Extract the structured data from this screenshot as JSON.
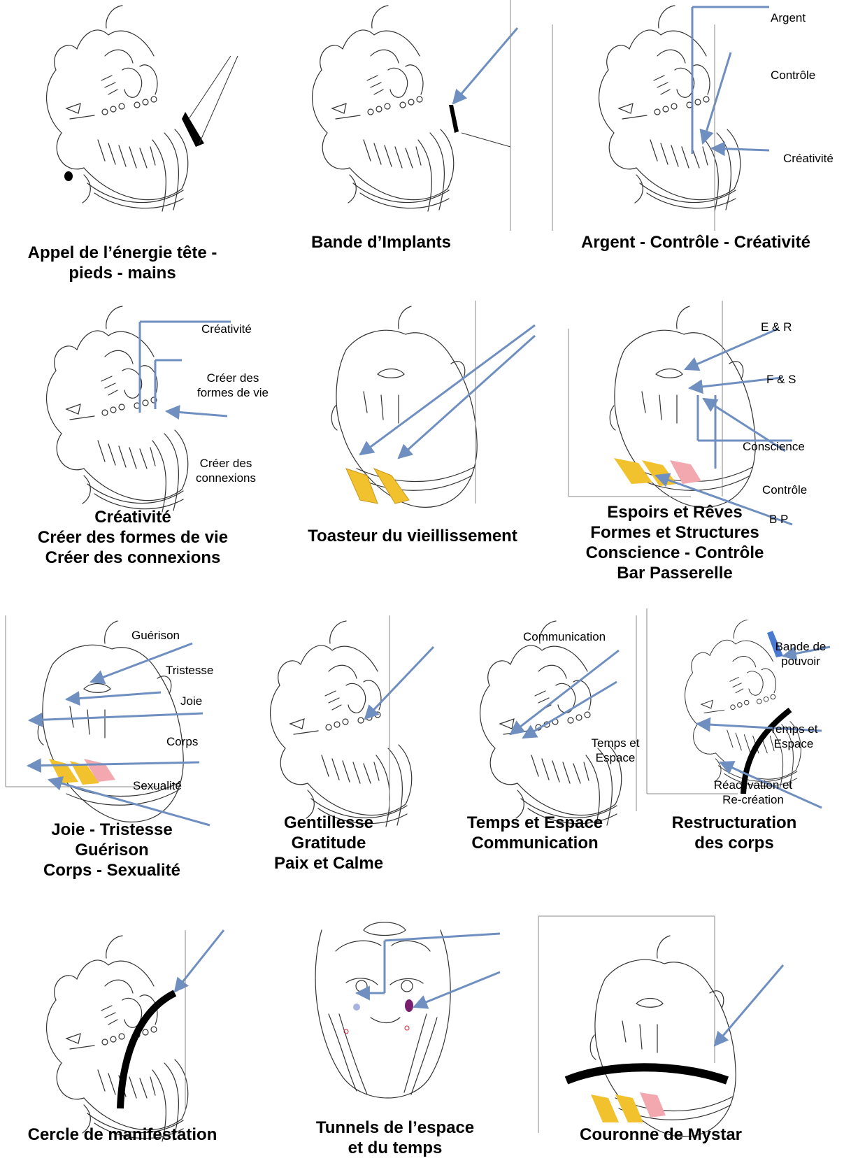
{
  "panels": [
    {
      "caption": [
        "Appel de l’énergie tête -",
        "pieds - mains"
      ],
      "labels": []
    },
    {
      "caption": [
        "Bande d’Implants"
      ],
      "labels": []
    },
    {
      "caption": [
        "Argent - Contrôle - Créativité"
      ],
      "labels": [
        "Argent",
        "Contrôle",
        "Créativité"
      ]
    },
    {
      "caption": [
        "Créativité",
        "Créer des formes de vie",
        "Créer des connexions"
      ],
      "labels": [
        "Créativité",
        "Créer des formes de vie",
        "Créer des connexions"
      ]
    },
    {
      "caption": [
        "Toasteur du vieillissement"
      ],
      "labels": []
    },
    {
      "caption": [
        "Espoirs et Rêves",
        "Formes et Structures",
        "Conscience - Contrôle",
        "Bar Passerelle"
      ],
      "labels": [
        "E & R",
        "F & S",
        "Conscience",
        "Contrôle",
        "B P"
      ]
    },
    {
      "caption": [
        "Joie - Tristesse",
        "Guérison",
        "Corps - Sexualité"
      ],
      "labels": [
        "Guérison",
        "Tristesse",
        "Joie",
        "Corps",
        "Sexualité"
      ]
    },
    {
      "caption": [
        "Gentillesse",
        "Gratitude",
        "Paix et Calme"
      ],
      "labels": []
    },
    {
      "caption": [
        "Temps et Espace",
        "Communication"
      ],
      "labels": [
        "Communication",
        "Temps et Espace"
      ]
    },
    {
      "caption": [
        "Restructuration",
        "des corps"
      ],
      "labels": [
        "Bande de pouvoir",
        "Temps et Espace",
        "Réactivation et Re-création"
      ]
    },
    {
      "caption": [
        "Cercle de manifestation"
      ],
      "labels": []
    },
    {
      "caption": [
        "Tunnels de l’espace",
        "et du temps"
      ],
      "labels": []
    },
    {
      "caption": [
        "Couronne de Mystar"
      ],
      "labels": []
    }
  ],
  "colors": {
    "arrow": "#6f8fc0",
    "sketch": "#333333",
    "dots": "#8a9dbd",
    "bars_yellow": "#f2c12e",
    "bars_pink": "#f2a8ae",
    "bar_black": "#000000"
  }
}
